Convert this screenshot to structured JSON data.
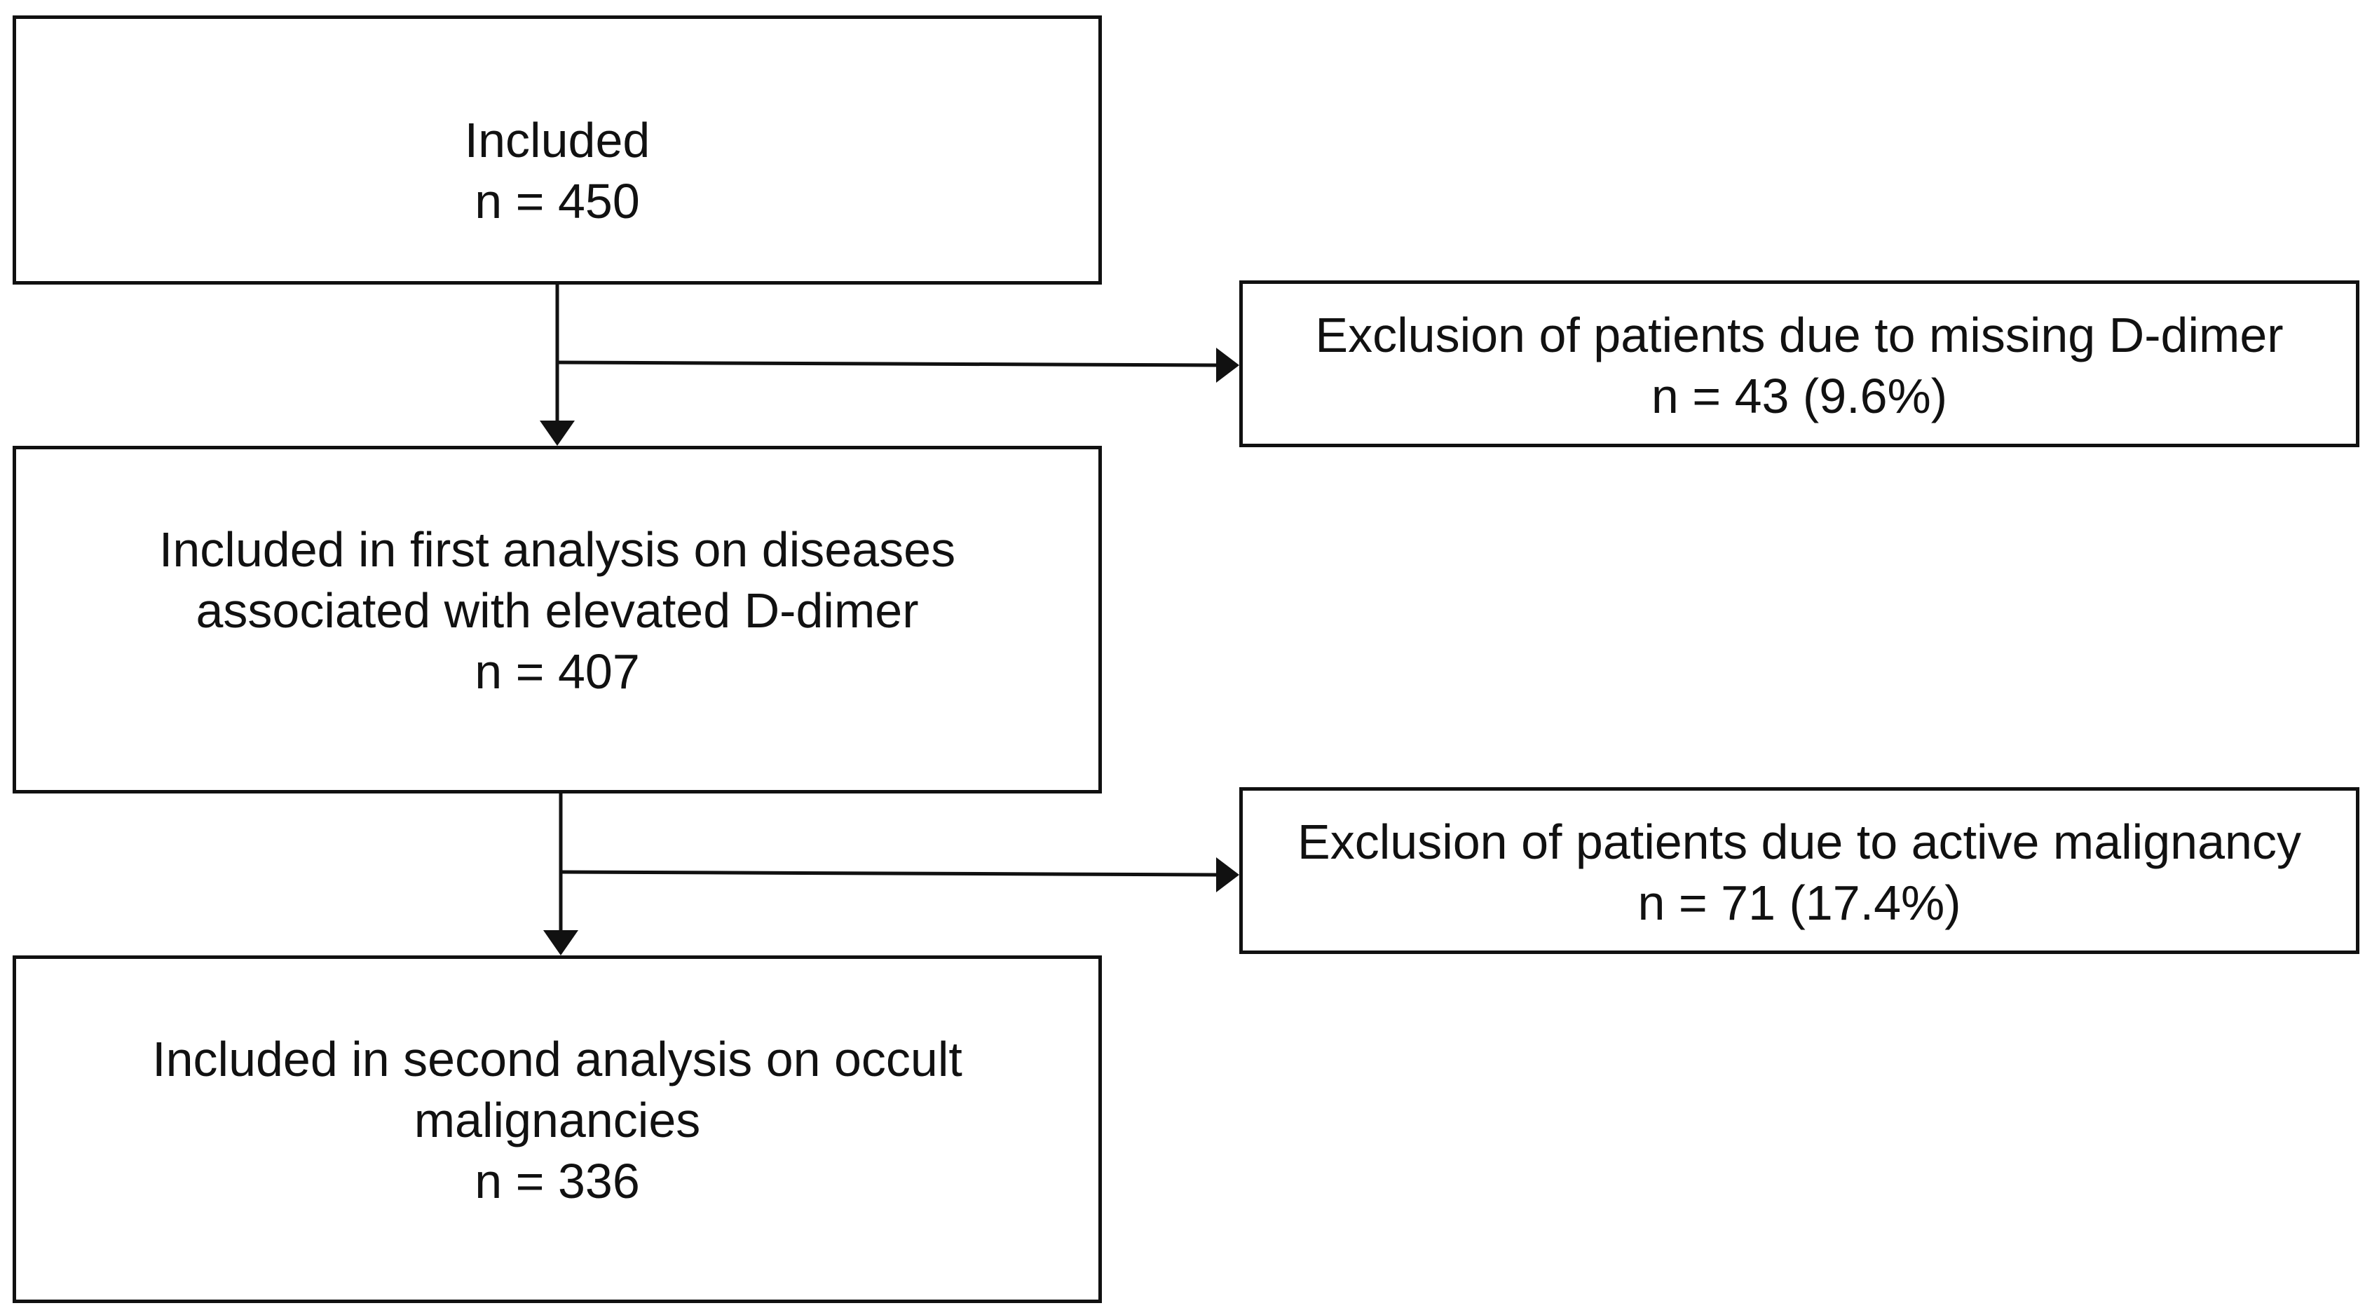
{
  "flowchart": {
    "included": {
      "label": "Included",
      "count": "n = 450"
    },
    "exclusion_missing_ddimer": {
      "label": "Exclusion of patients due to missing D-dimer",
      "count": "n = 43 (9.6%)"
    },
    "first_analysis": {
      "label": "Included in first analysis on diseases associated with elevated D-dimer",
      "count": "n = 407"
    },
    "exclusion_active_malignancy": {
      "label": "Exclusion of patients due to active malignancy",
      "count": "n = 71 (17.4%)"
    },
    "second_analysis": {
      "label": "Included in second analysis on occult malignancies",
      "count": "n = 336"
    }
  }
}
